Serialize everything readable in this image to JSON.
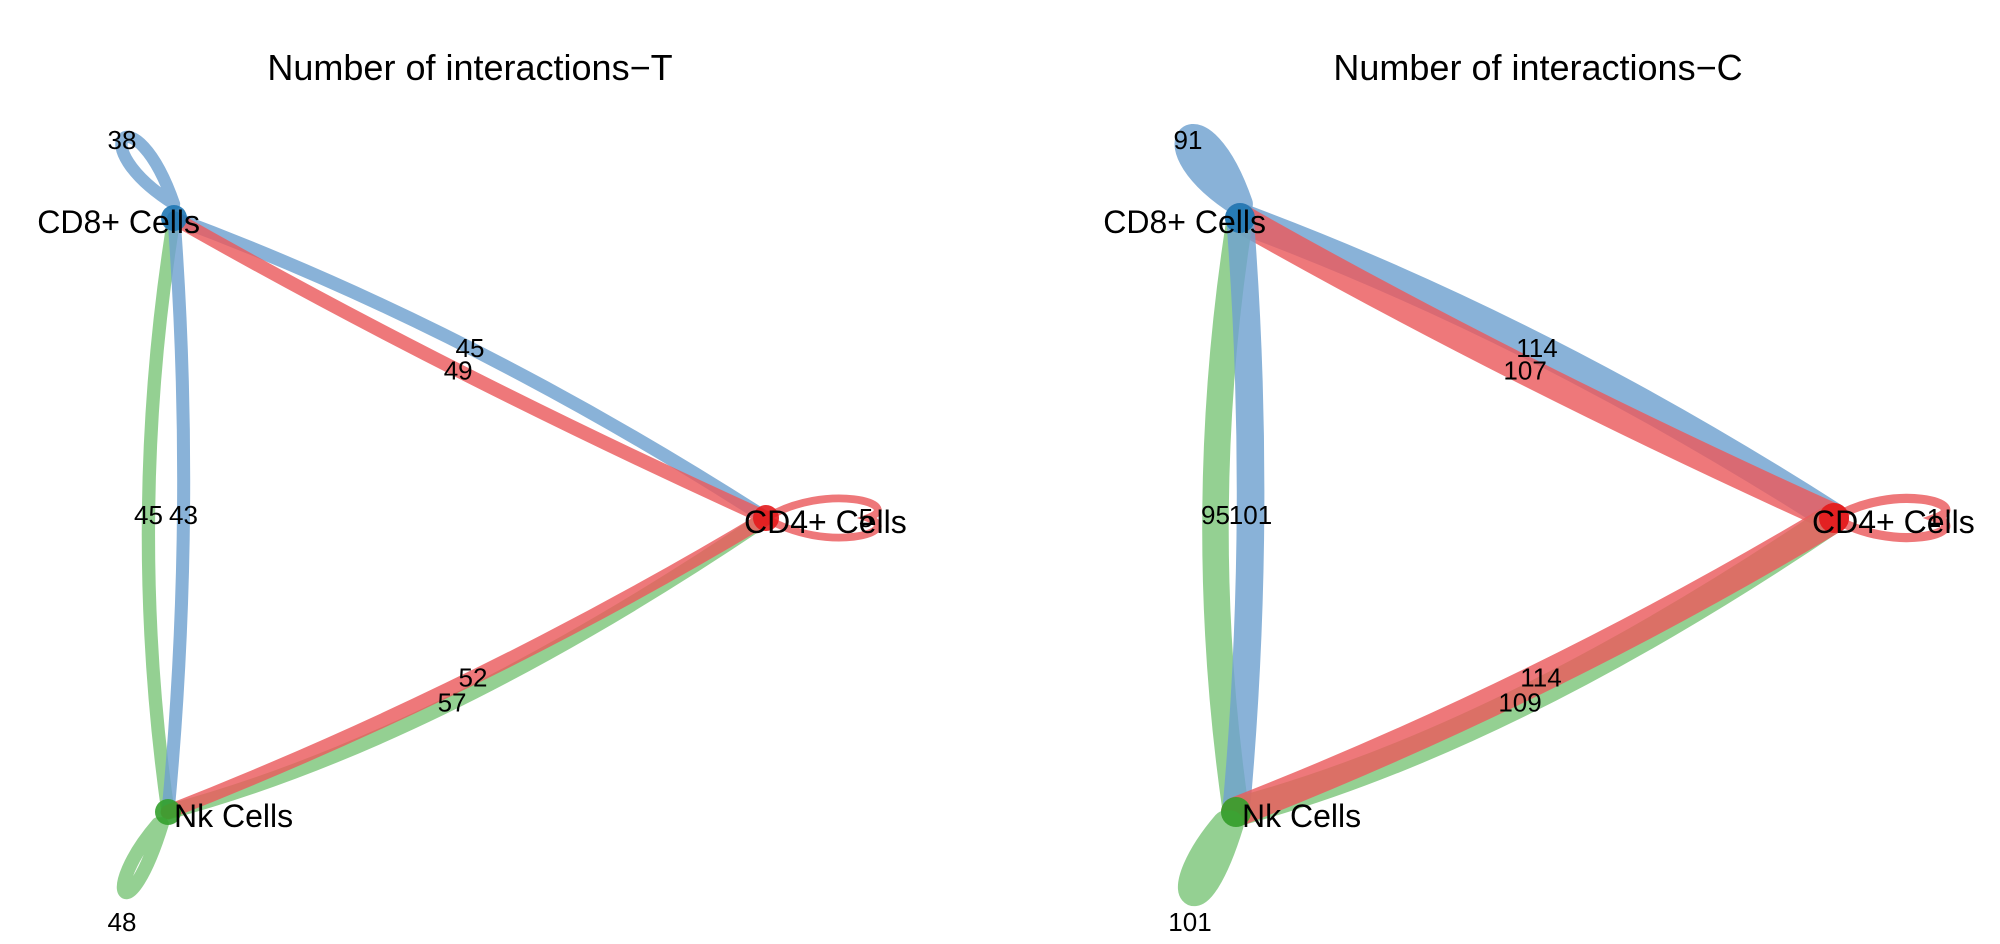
{
  "colors": {
    "cd8": "#1f77b4",
    "cd4": "#e31a1c",
    "nk": "#33a02c",
    "edge_cd8": "#6fa1cf",
    "edge_cd4": "#ea5a5d",
    "edge_nk": "#7cc67a"
  },
  "panels": [
    {
      "title": "Number of interactions−T",
      "nodes": [
        {
          "id": "cd8",
          "label": "CD8+ Cells"
        },
        {
          "id": "cd4",
          "label": "CD4+ Cells"
        },
        {
          "id": "nk",
          "label": "Nk Cells"
        }
      ],
      "edges": [
        {
          "source": "cd8",
          "target": "cd8",
          "value": 38
        },
        {
          "source": "cd8",
          "target": "cd4",
          "value": 45
        },
        {
          "source": "cd4",
          "target": "cd8",
          "value": 49
        },
        {
          "source": "nk",
          "target": "cd8",
          "value": 45
        },
        {
          "source": "cd8",
          "target": "nk",
          "value": 43
        },
        {
          "source": "nk",
          "target": "cd4",
          "value": 57
        },
        {
          "source": "cd4",
          "target": "nk",
          "value": 52
        },
        {
          "source": "nk",
          "target": "nk",
          "value": 48
        },
        {
          "source": "cd4",
          "target": "cd4",
          "value": 5
        }
      ]
    },
    {
      "title": "Number of interactions−C",
      "nodes": [
        {
          "id": "cd8",
          "label": "CD8+ Cells"
        },
        {
          "id": "cd4",
          "label": "CD4+ Cells"
        },
        {
          "id": "nk",
          "label": "Nk Cells"
        }
      ],
      "edges": [
        {
          "source": "cd8",
          "target": "cd8",
          "value": 91
        },
        {
          "source": "cd8",
          "target": "cd4",
          "value": 114
        },
        {
          "source": "cd4",
          "target": "cd8",
          "value": 107
        },
        {
          "source": "nk",
          "target": "cd8",
          "value": 95
        },
        {
          "source": "cd8",
          "target": "nk",
          "value": 101
        },
        {
          "source": "nk",
          "target": "cd4",
          "value": 109
        },
        {
          "source": "cd4",
          "target": "nk",
          "value": 114
        },
        {
          "source": "nk",
          "target": "nk",
          "value": 101
        },
        {
          "source": "cd4",
          "target": "cd4",
          "value": 1
        }
      ]
    }
  ]
}
